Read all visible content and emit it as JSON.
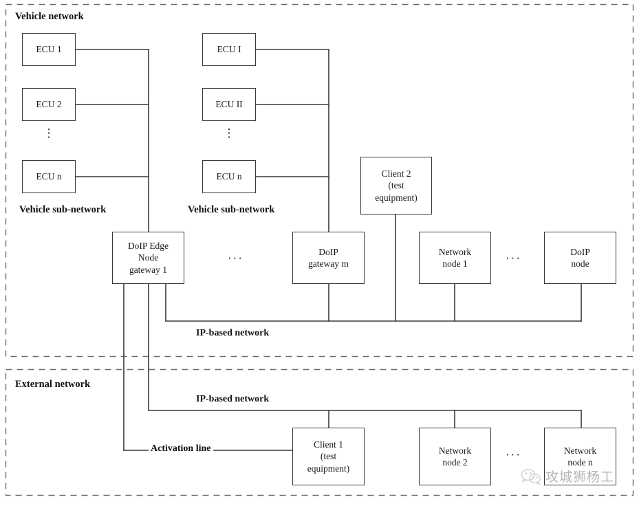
{
  "diagram": {
    "title_zones": [
      {
        "id": "vehicle-network",
        "label": "Vehicle network"
      },
      {
        "id": "external-network",
        "label": "External network"
      }
    ],
    "sub_network_labels": [
      {
        "id": "sub-network-1",
        "label": "Vehicle sub-network"
      },
      {
        "id": "sub-network-2",
        "label": "Vehicle sub-network"
      }
    ],
    "bus_labels": [
      {
        "id": "vehicle-ip-bus",
        "label": "IP-based network"
      },
      {
        "id": "external-ip-bus",
        "label": "IP-based network"
      },
      {
        "id": "activation-line",
        "label": "Activation line"
      }
    ],
    "ellipsis": {
      "vertical": "⋮",
      "horizontal": "···"
    },
    "nodes": {
      "subnet1": [
        {
          "id": "ecu-1",
          "lines": [
            "ECU  1"
          ]
        },
        {
          "id": "ecu-2",
          "lines": [
            "ECU 2"
          ]
        },
        {
          "id": "ecu-n-a",
          "lines": [
            "ECU n"
          ]
        }
      ],
      "subnet2": [
        {
          "id": "ecu-i",
          "lines": [
            "ECU I"
          ]
        },
        {
          "id": "ecu-ii",
          "lines": [
            "ECU II"
          ]
        },
        {
          "id": "ecu-n-b",
          "lines": [
            "ECU n"
          ]
        }
      ],
      "gateways": [
        {
          "id": "doip-edge-node-gateway-1",
          "lines": [
            "DoIP Edge",
            "Node",
            "gateway 1"
          ]
        },
        {
          "id": "doip-gateway-m",
          "lines": [
            "DoIP",
            "gateway m"
          ]
        }
      ],
      "vehicle_nodes": [
        {
          "id": "client-2",
          "lines": [
            "Client 2",
            "(test",
            "equipment)"
          ]
        },
        {
          "id": "network-node-1",
          "lines": [
            "Network",
            "node 1"
          ]
        },
        {
          "id": "doip-node",
          "lines": [
            "DoIP",
            "node"
          ]
        }
      ],
      "external_nodes": [
        {
          "id": "client-1",
          "lines": [
            "Client 1",
            "(test",
            "equipment)"
          ]
        },
        {
          "id": "network-node-2",
          "lines": [
            "Network",
            "node 2"
          ]
        },
        {
          "id": "network-node-n",
          "lines": [
            "Network",
            "node n"
          ]
        }
      ]
    },
    "watermark": {
      "text": "攻城狮杨工",
      "icon": "wechat-icon"
    },
    "colors": {
      "line": "#3a3a3a",
      "zone_border": "#6b6b6b",
      "text": "#1a1a1a",
      "background": "#ffffff"
    }
  }
}
